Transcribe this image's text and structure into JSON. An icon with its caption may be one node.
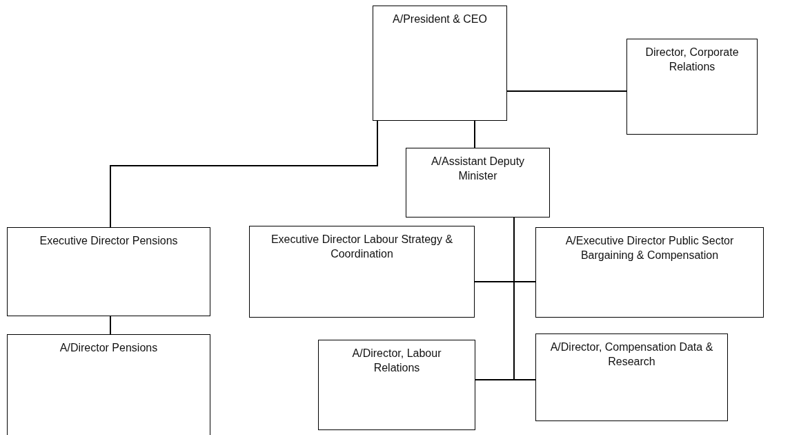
{
  "diagram": {
    "nodes": [
      {
        "text": [
          "A/President & CEO"
        ]
      },
      {
        "text": [
          "Director, Corporate Relations"
        ]
      },
      {
        "text": [
          "A/Assistant Deputy Minister"
        ]
      },
      {
        "text": [
          "Executive Director Labour Strategy & Coordination"
        ]
      },
      {
        "text": [
          "A/Executive Director Public Sector Bargaining & Compensation"
        ]
      },
      {
        "text": [
          "Executive Director Pensions"
        ]
      },
      {
        "text": [
          "A/Director Pensions"
        ]
      },
      {
        "text": [
          "A/Director, Labour Relations"
        ]
      },
      {
        "text": [
          "A/Director, Compensation Data & Research"
        ]
      }
    ],
    "edges": [
      {
        "from": 0,
        "to": 1,
        "arrow": "none"
      },
      {
        "from": 0,
        "to": 2,
        "arrow": "none"
      },
      {
        "from": 0,
        "to": 5,
        "arrow": "none"
      },
      {
        "from": 5,
        "to": 6,
        "arrow": "none"
      },
      {
        "from": 2,
        "to": 3,
        "arrow": "none"
      },
      {
        "from": 2,
        "to": 4,
        "arrow": "none"
      },
      {
        "from": 2,
        "to": 7,
        "arrow": "none"
      },
      {
        "from": 2,
        "to": 8,
        "arrow": "none"
      }
    ]
  }
}
